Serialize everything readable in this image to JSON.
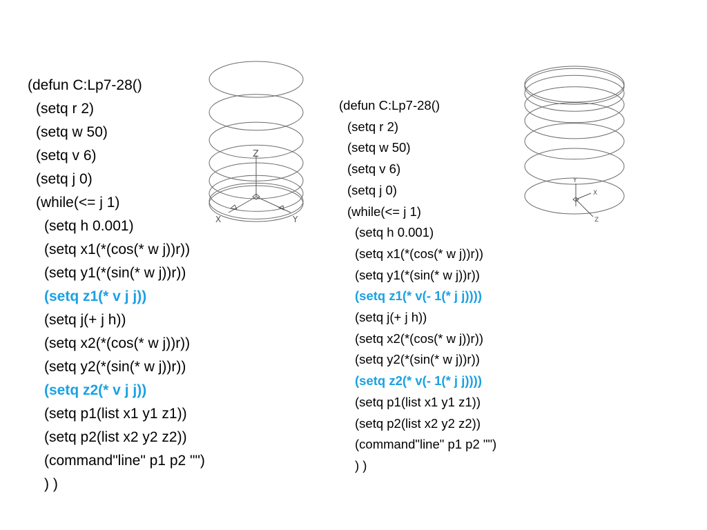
{
  "left_code": {
    "lines": [
      {
        "text": "(defun C:Lp7-28()",
        "indent": 0,
        "highlight": false
      },
      {
        "text": "(setq r 2)",
        "indent": 1,
        "highlight": false
      },
      {
        "text": "(setq w 50)",
        "indent": 1,
        "highlight": false
      },
      {
        "text": "(setq v 6)",
        "indent": 1,
        "highlight": false
      },
      {
        "text": "(setq j 0)",
        "indent": 1,
        "highlight": false
      },
      {
        "text": "(while(<= j 1)",
        "indent": 1,
        "highlight": false
      },
      {
        "text": "(setq h 0.001)",
        "indent": 2,
        "highlight": false
      },
      {
        "text": "(setq x1(*(cos(* w j))r))",
        "indent": 2,
        "highlight": false
      },
      {
        "text": "(setq y1(*(sin(* w j))r))",
        "indent": 2,
        "highlight": false
      },
      {
        "text": "(setq z1(* v j j))",
        "indent": 2,
        "highlight": true
      },
      {
        "text": "(setq j(+ j h))",
        "indent": 2,
        "highlight": false
      },
      {
        "text": "(setq x2(*(cos(* w j))r))",
        "indent": 2,
        "highlight": false
      },
      {
        "text": "(setq y2(*(sin(* w j))r))",
        "indent": 2,
        "highlight": false
      },
      {
        "text": "(setq z2(* v j j))",
        "indent": 2,
        "highlight": true
      },
      {
        "text": "(setq p1(list x1 y1 z1))",
        "indent": 2,
        "highlight": false
      },
      {
        "text": "(setq p2(list x2 y2 z2))",
        "indent": 2,
        "highlight": false
      },
      {
        "text": "(command\"line\" p1 p2 \"\")",
        "indent": 2,
        "highlight": false
      },
      {
        "text": ") )",
        "indent": 2,
        "highlight": false
      }
    ]
  },
  "right_code": {
    "lines": [
      {
        "text": "(defun C:Lp7-28()",
        "indent": 0,
        "highlight": false
      },
      {
        "text": "(setq r 2)",
        "indent": 1,
        "highlight": false
      },
      {
        "text": "(setq w 50)",
        "indent": 1,
        "highlight": false
      },
      {
        "text": "(setq v 6)",
        "indent": 1,
        "highlight": false
      },
      {
        "text": "(setq j 0)",
        "indent": 1,
        "highlight": false
      },
      {
        "text": "(while(<= j 1)",
        "indent": 1,
        "highlight": false
      },
      {
        "text": "(setq h 0.001)",
        "indent": 2,
        "highlight": false
      },
      {
        "text": "(setq x1(*(cos(* w j))r))",
        "indent": 2,
        "highlight": false
      },
      {
        "text": "(setq y1(*(sin(* w j))r))",
        "indent": 2,
        "highlight": false
      },
      {
        "text": "(setq z1(* v(- 1(* j j))))",
        "indent": 2,
        "highlight": true
      },
      {
        "text": "(setq j(+ j h))",
        "indent": 2,
        "highlight": false
      },
      {
        "text": "(setq x2(*(cos(* w j))r))",
        "indent": 2,
        "highlight": false
      },
      {
        "text": "(setq y2(*(sin(* w j))r))",
        "indent": 2,
        "highlight": false
      },
      {
        "text": "(setq z2(* v(- 1(* j j))))",
        "indent": 2,
        "highlight": true
      },
      {
        "text": "(setq p1(list x1 y1 z1))",
        "indent": 2,
        "highlight": false
      },
      {
        "text": "(setq p2(list x2 y2 z2))",
        "indent": 2,
        "highlight": false
      },
      {
        "text": "(command\"line\" p1 p2 \"\")",
        "indent": 2,
        "highlight": false
      },
      {
        "text": ") )",
        "indent": 2,
        "highlight": false
      }
    ]
  },
  "left_figure": {
    "axis_labels": {
      "x": "X",
      "y": "Y",
      "z": "Z"
    },
    "ring_count": 8
  },
  "right_figure": {
    "axis_labels": {
      "x": "X",
      "y": "Y",
      "z": "Z"
    },
    "ring_count": 8
  },
  "colors": {
    "highlight": "#1ba1e2",
    "text": "#000000",
    "helix_stroke": "#6b6b6b"
  }
}
